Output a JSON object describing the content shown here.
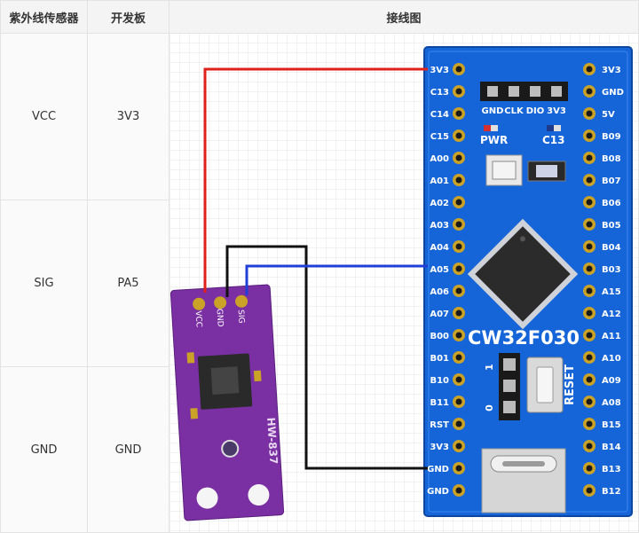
{
  "table": {
    "headers": [
      "紫外线传感器",
      "开发板",
      "接线图"
    ],
    "rows": [
      {
        "sensor": "VCC",
        "board": "3V3"
      },
      {
        "sensor": "SIG",
        "board": "PA5"
      },
      {
        "sensor": "GND",
        "board": "GND"
      }
    ]
  },
  "board": {
    "name": "CW32F030",
    "reset_label": "RESET",
    "pwr_label": "PWR",
    "c13_label": "C13",
    "header_pins": [
      "GND",
      "CLK",
      "DIO",
      "3V3"
    ],
    "jumper_top": "1",
    "jumper_bottom": "0",
    "left_pins": [
      "3V3",
      "C13",
      "C14",
      "C15",
      "A00",
      "A01",
      "A02",
      "A03",
      "A04",
      "A05",
      "A06",
      "A07",
      "B00",
      "B01",
      "B10",
      "B11",
      "RST",
      "3V3",
      "GND",
      "GND"
    ],
    "right_pins": [
      "3V3",
      "GND",
      "5V",
      "B09",
      "B08",
      "B07",
      "B06",
      "B05",
      "B04",
      "B03",
      "A15",
      "A12",
      "A11",
      "A10",
      "A09",
      "A08",
      "B15",
      "B14",
      "B13",
      "B12"
    ]
  },
  "sensor": {
    "model": "HW-837",
    "pins": [
      "VCC",
      "GND",
      "SIG"
    ]
  },
  "wires": {
    "vcc_color": "#e0201a",
    "gnd_color": "#111111",
    "sig_color": "#1f3fd6"
  },
  "colors": {
    "board": "#1565d8",
    "sensor": "#7a2fa3",
    "gold": "#c9a227"
  }
}
